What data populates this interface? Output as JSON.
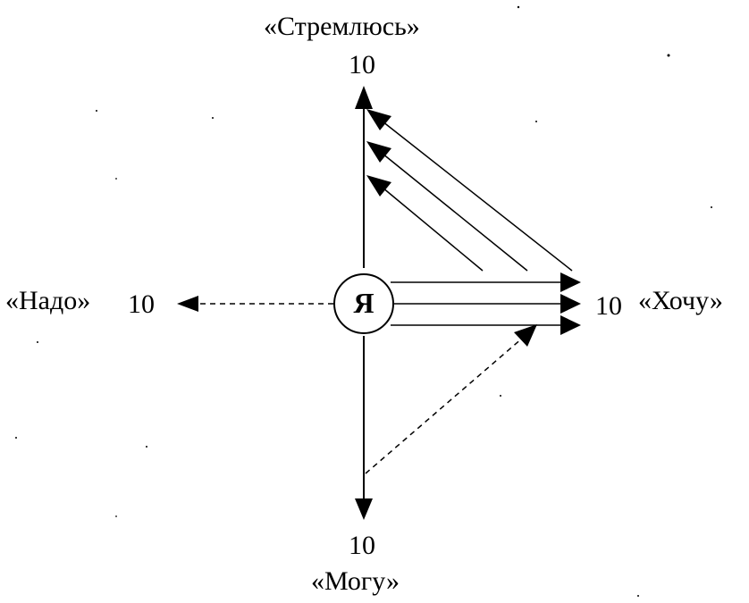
{
  "axes": {
    "top": {
      "label": "«Стремлюсь»",
      "value": "10"
    },
    "left": {
      "label": "«Надо»",
      "value": "10"
    },
    "right": {
      "label": "«Хочу»",
      "value": "10"
    },
    "bottom": {
      "label": "«Могу»",
      "value": "10"
    }
  },
  "center": {
    "label": "Я"
  },
  "colors": {
    "ink": "#000000",
    "background": "#ffffff"
  }
}
